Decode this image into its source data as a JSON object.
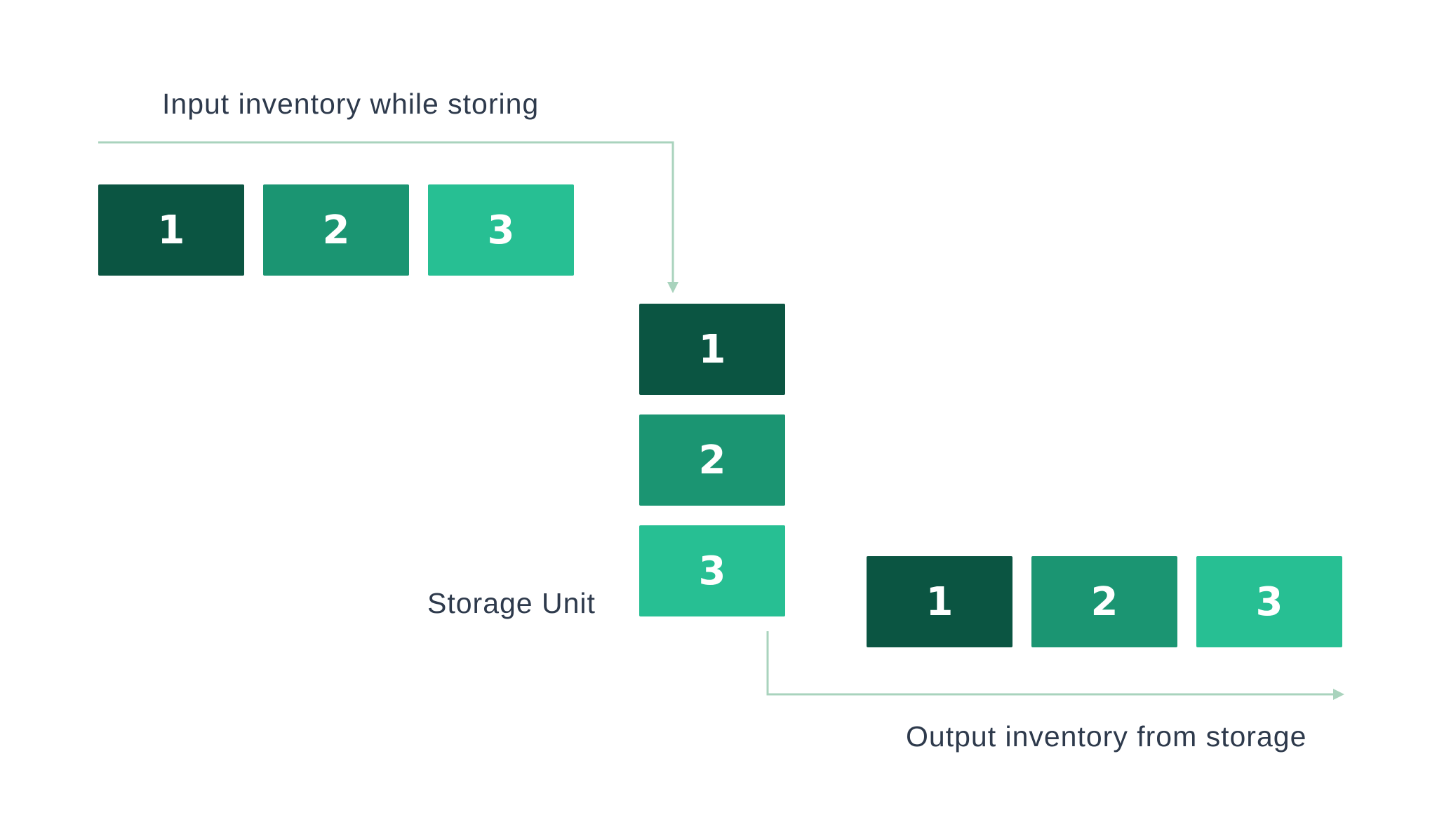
{
  "labels": {
    "input": "Input inventory while storing",
    "storage": "Storage Unit",
    "output": "Output inventory from storage"
  },
  "input_row": [
    "1",
    "2",
    "3"
  ],
  "storage_stack": [
    "1",
    "2",
    "3"
  ],
  "output_row": [
    "1",
    "2",
    "3"
  ],
  "colors": {
    "item_1": "#0b5542",
    "item_2": "#1b9572",
    "item_3": "#27bf93",
    "arrow": "#a9d3bd",
    "text": "#2e3a4c"
  }
}
